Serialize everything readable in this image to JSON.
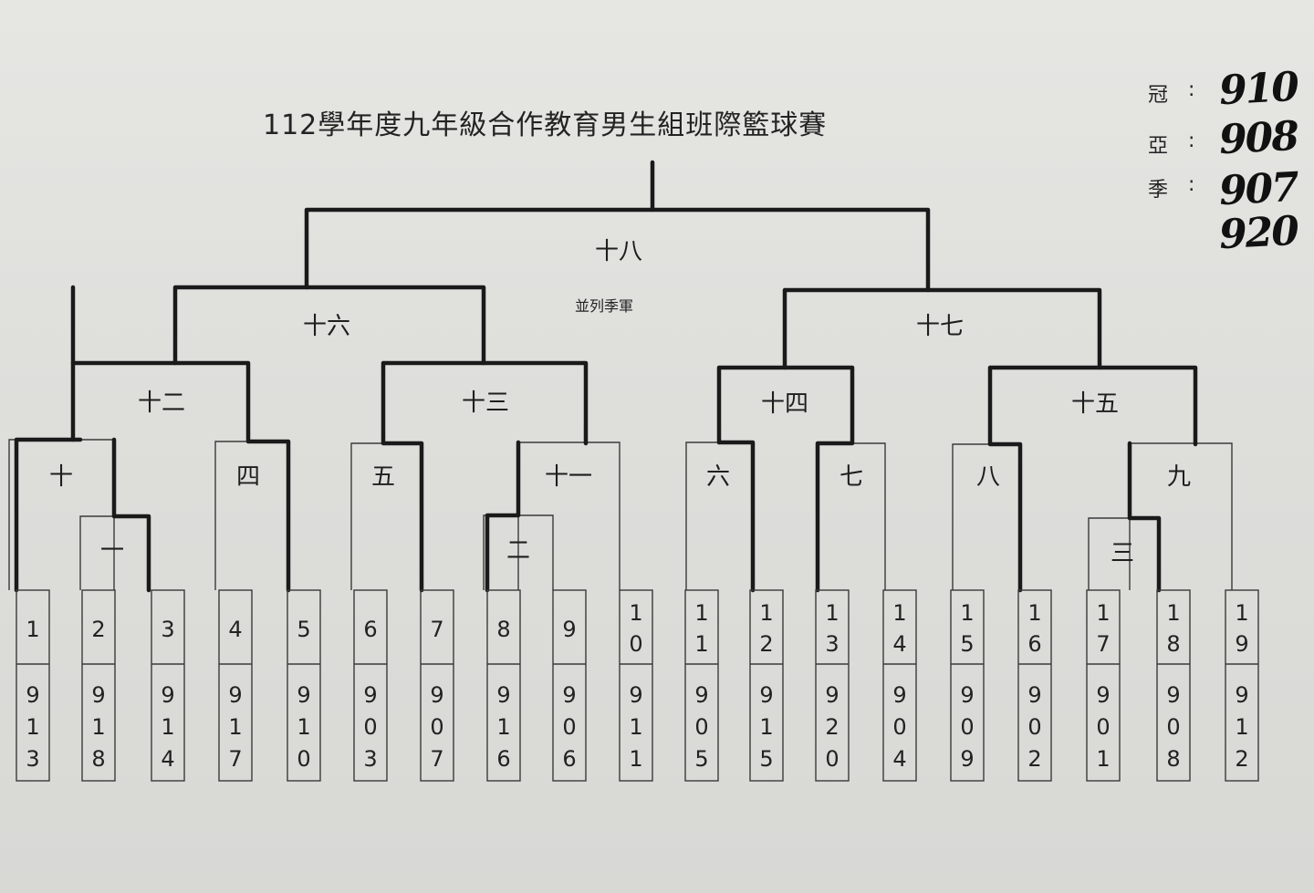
{
  "title": "112學年度九年級合作教育男生組班際籃球賽",
  "results": {
    "champion_label": "冠",
    "champion": "910",
    "runner_up_label": "亞",
    "runner_up": "908",
    "third_label": "季",
    "third": [
      "907",
      "920"
    ],
    "colon": ":"
  },
  "final_note": "並列季軍",
  "entries": [
    {
      "seed": "1",
      "team": "913"
    },
    {
      "seed": "2",
      "team": "918"
    },
    {
      "seed": "3",
      "team": "914"
    },
    {
      "seed": "4",
      "team": "917"
    },
    {
      "seed": "5",
      "team": "910"
    },
    {
      "seed": "6",
      "team": "903"
    },
    {
      "seed": "7",
      "team": "907"
    },
    {
      "seed": "8",
      "team": "916"
    },
    {
      "seed": "9",
      "team": "906"
    },
    {
      "seed": "10",
      "team": "911"
    },
    {
      "seed": "11",
      "team": "905"
    },
    {
      "seed": "12",
      "team": "915"
    },
    {
      "seed": "13",
      "team": "920"
    },
    {
      "seed": "14",
      "team": "904"
    },
    {
      "seed": "15",
      "team": "909"
    },
    {
      "seed": "16",
      "team": "902"
    },
    {
      "seed": "17",
      "team": "901"
    },
    {
      "seed": "18",
      "team": "908"
    },
    {
      "seed": "19",
      "team": "912"
    }
  ],
  "games": [
    "一",
    "二",
    "三",
    "四",
    "五",
    "六",
    "七",
    "八",
    "九",
    "十",
    "十一",
    "十二",
    "十三",
    "十四",
    "十五",
    "十六",
    "十七",
    "十八"
  ],
  "colors": {
    "ink": "#1a1a1a",
    "paper": "#e3e3e0",
    "thin_line": "#3a3a3a"
  }
}
